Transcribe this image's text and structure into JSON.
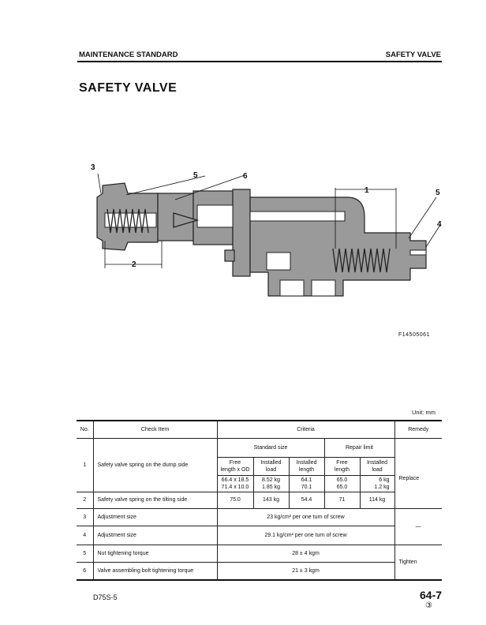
{
  "header": {
    "left": "MAINTENANCE STANDARD",
    "right": "SAFETY VALVE"
  },
  "title": "SAFETY VALVE",
  "figure": {
    "code": "F14505061",
    "callouts": [
      "3",
      "5",
      "6",
      "1",
      "5",
      "4",
      "2"
    ]
  },
  "unit": "Unit:  mm",
  "table": {
    "headers": {
      "no": "No.",
      "check_item": "Check Item",
      "criteria": "Criteria",
      "remedy": "Remedy"
    },
    "sub_headers": {
      "standard": "Standard size",
      "repair": "Repair limit"
    },
    "columns": [
      "Free\nlength x OD",
      "Installed\nload",
      "Installed\nlength",
      "Free\nlength",
      "Installed\nload"
    ],
    "rows": [
      {
        "no": "1",
        "item": "Safety valve spring on the dump side",
        "values": [
          "66.4 x 18.5\n71.4 x 10.0",
          "8.52 kg\n1.85 kg",
          "64.1\n70.1",
          "65.0\n65.0",
          "6 kg\n1.2 kg"
        ]
      },
      {
        "no": "2",
        "item": "Safety valve spring on the tilting side",
        "values": [
          "75.0",
          "143 kg",
          "54.4",
          "71",
          "114 kg"
        ]
      },
      {
        "no": "3",
        "item": "Adjustment size",
        "criteria": "23 kg/cm² per one turn of screw"
      },
      {
        "no": "4",
        "item": "Adjustment size",
        "criteria": "29.1 kg/cm² per one turn of screw"
      },
      {
        "no": "5",
        "item": "Nut tightening torque",
        "criteria": "28 ± 4 kgm"
      },
      {
        "no": "6",
        "item": "Valve assembling bolt tightening torque",
        "criteria": "21 ± 3 kgm"
      }
    ],
    "remedies": {
      "replace": "Replace",
      "dash": "—",
      "tighten": "Tighten"
    }
  },
  "footer": {
    "model": "D75S-5",
    "page": "64-7",
    "revision": "③"
  }
}
